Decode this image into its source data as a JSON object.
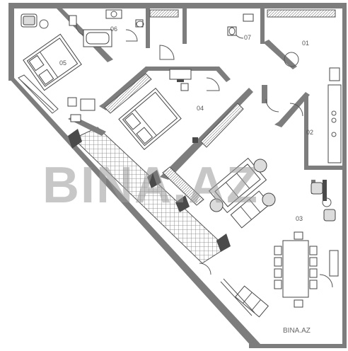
{
  "rooms": {
    "r01": "01",
    "r02": "02",
    "r03": "03",
    "r04": "04",
    "r05": "05",
    "r06": "06",
    "r07": "07"
  },
  "watermark": {
    "main": "BINA.AZ",
    "corner": "BINA.AZ"
  }
}
